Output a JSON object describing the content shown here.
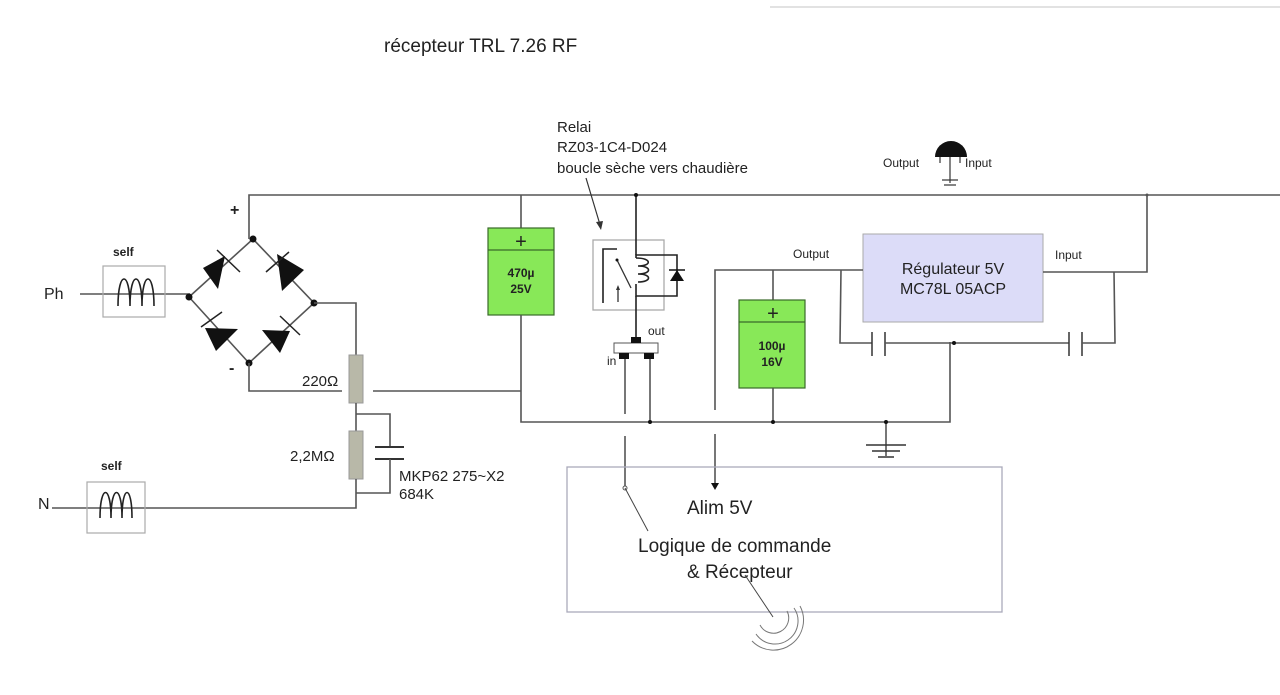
{
  "title": "récepteur TRL 7.26 RF",
  "inputs": {
    "phase": "Ph",
    "neutral": "N"
  },
  "chokes": {
    "top_label": "self",
    "bottom_label": "self"
  },
  "bridge": {
    "plus": "+",
    "minus": "-"
  },
  "resistors": {
    "r1": "220Ω",
    "r2": "2,2MΩ"
  },
  "x2_capacitor": {
    "line1": "MKP62 275~X2",
    "line2": "684K"
  },
  "cap_470": {
    "polarity": "+",
    "value": "470µ",
    "voltage": "25V",
    "color": "#88e858"
  },
  "cap_100": {
    "polarity": "+",
    "value": "100µ",
    "voltage": "16V",
    "color": "#88e858"
  },
  "relay": {
    "line1": "Relai",
    "line2": "RZ03-1C4-D024",
    "line3": "boucle sèche vers chaudière"
  },
  "transistor": {
    "in": "in",
    "out": "out"
  },
  "regulator": {
    "line1": "Régulateur 5V",
    "line2": "MC78L 05ACP",
    "output_label": "Output",
    "input_label": "Input",
    "color": "#dcdcf8"
  },
  "pinout": {
    "output_label": "Output",
    "input_label": "Input"
  },
  "logic_block": {
    "supply": "Alim 5V",
    "line1": "Logique de commande",
    "line2": "& Récepteur"
  }
}
